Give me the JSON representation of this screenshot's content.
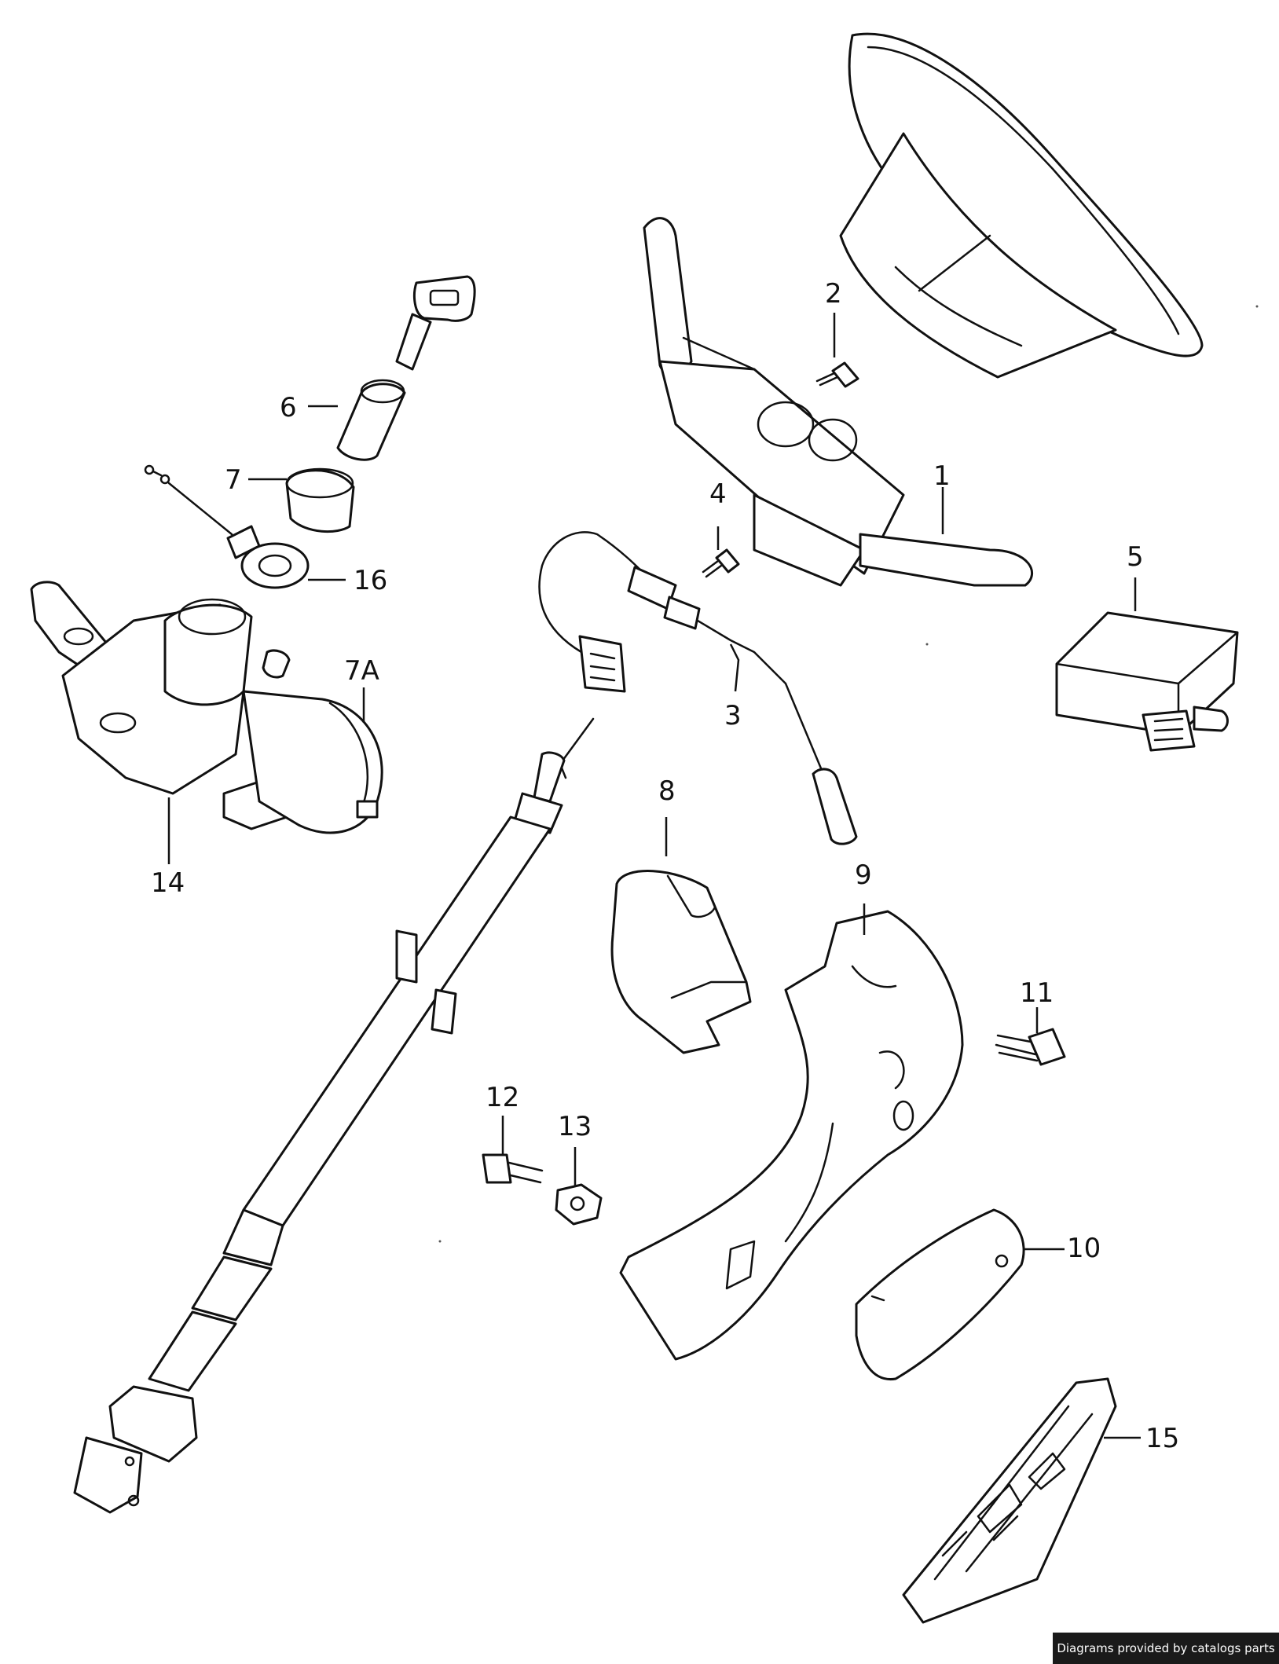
{
  "callouts": {
    "c1": "1",
    "c2": "2",
    "c3": "3",
    "c4": "4",
    "c5": "5",
    "c6": "6",
    "c7": "7",
    "c7a": "7A",
    "c8": "8",
    "c9": "9",
    "c10": "10",
    "c11": "11",
    "c12": "12",
    "c13": "13",
    "c14": "14",
    "c15": "15",
    "c16": "16"
  },
  "footer": {
    "credit": "Diagrams provided by catalogs parts"
  },
  "colors": {
    "line": "#111111",
    "background": "#ffffff",
    "credit_background": "#1a1a1a"
  }
}
